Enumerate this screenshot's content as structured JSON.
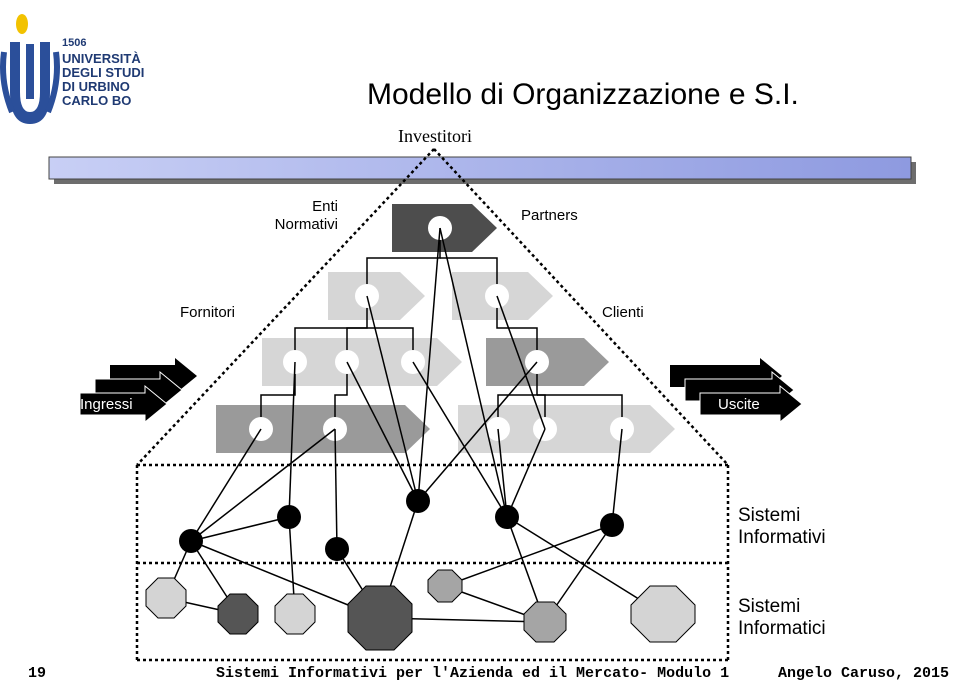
{
  "logo": {
    "year": "1506",
    "text": "UNIVERSITÀ\nDEGLI STUDI\nDI URBINO\nCARLO BO",
    "colors": {
      "blue": "#2b4f9a",
      "yellow": "#f2c200"
    }
  },
  "title": "Modello di Organizzazione e S.I.",
  "labels": {
    "investitori": "Investitori",
    "enti_normativi": "Enti\nNormativi",
    "partners": "Partners",
    "fornitori": "Fornitori",
    "clienti": "Clienti",
    "ingressi": "Ingressi",
    "uscite": "Uscite",
    "sistemi_informativi": "Sistemi\nInformativi",
    "sistemi_informatici": "Sistemi\nInformatici"
  },
  "footer": {
    "page_number": "19",
    "course": "Sistemi Informativi per l'Azienda ed il Mercato- Modulo 1",
    "author": "Angelo Caruso, 2015"
  },
  "colors": {
    "bar_fill": "#a9b3ea",
    "arrow_dark": "#4d4d4d",
    "arrow_mid": "#9a9a9a",
    "arrow_light": "#d6d6d6",
    "node_black": "#000000",
    "oct_dark": "#555555",
    "oct_mid": "#a5a5a5",
    "oct_light": "#d4d4d4"
  }
}
